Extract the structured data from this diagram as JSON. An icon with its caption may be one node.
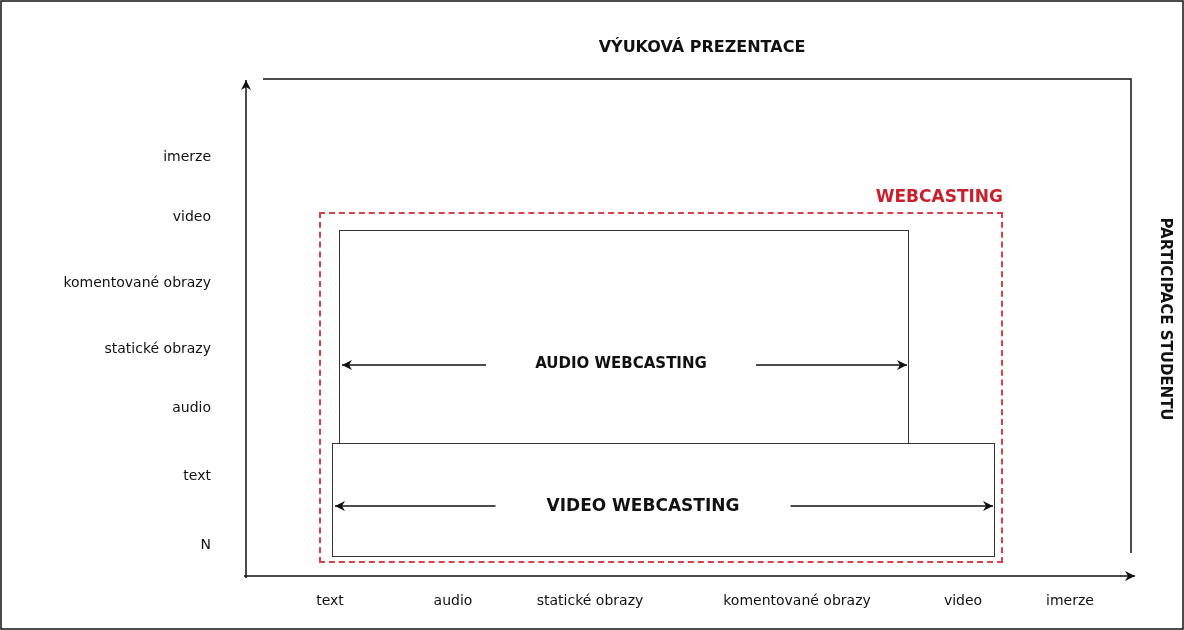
{
  "diagram": {
    "title": "VÝUKOVÁ  PREZENTACE",
    "nodes": [
      {
        "text": [
          "WEBCASTING"
        ]
      },
      {
        "text": [
          "AUDIO WEBCASTING"
        ],
        "in": 0
      },
      {
        "text": [
          "VIDEO WEBCASTING"
        ],
        "in": 0
      }
    ],
    "labels": [
      "PARTICIPACE  STUDENTU",
      "imerze",
      "video",
      "komentované obrazy",
      "statické obrazy",
      "audio",
      "text",
      "N",
      "text",
      "audio",
      "statické obrazy",
      "komentované obrazy",
      "video",
      "imerze"
    ]
  }
}
